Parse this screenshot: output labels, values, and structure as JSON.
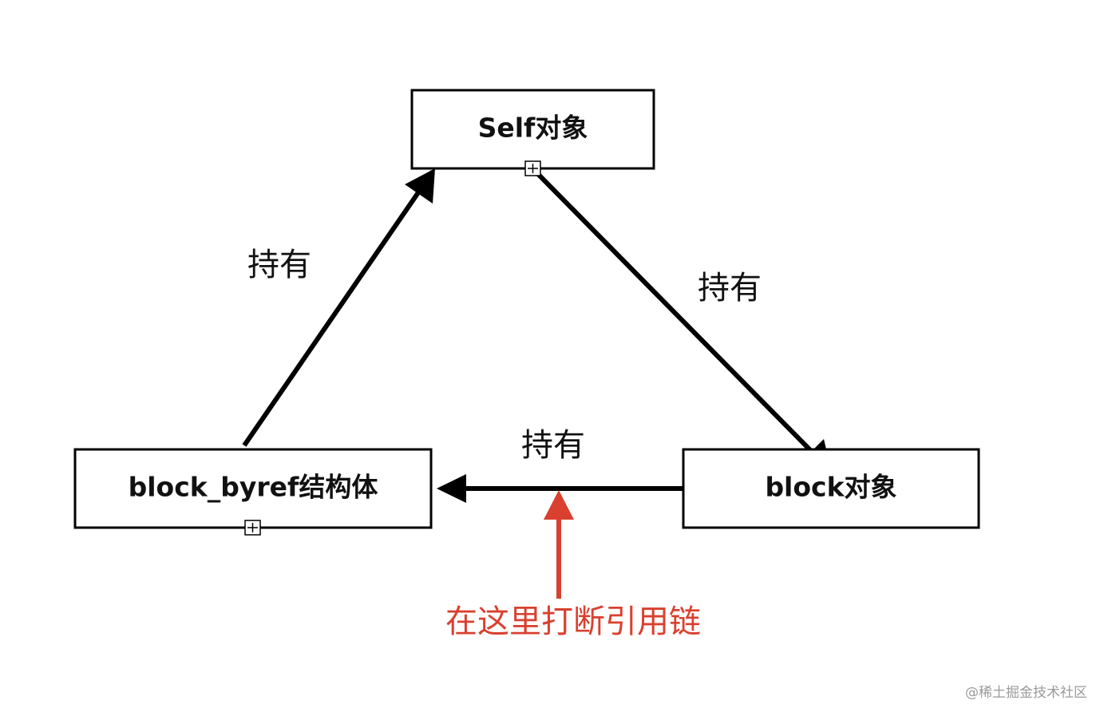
{
  "nodes": {
    "self_object": {
      "label": "Self对象"
    },
    "block_byref": {
      "label": "block_byref结构体"
    },
    "block_object": {
      "label": "block对象"
    }
  },
  "edges": {
    "byref_to_self": {
      "label": "持有"
    },
    "self_to_block": {
      "label": "持有"
    },
    "block_to_byref": {
      "label": "持有"
    }
  },
  "annotation": {
    "text": "在这里打断引用链",
    "color": "#d9402f"
  },
  "watermark": {
    "text": "@稀土掘金技术社区",
    "color": "#9a9a9a"
  },
  "colors": {
    "line": "#000000",
    "accent": "#d9402f"
  }
}
